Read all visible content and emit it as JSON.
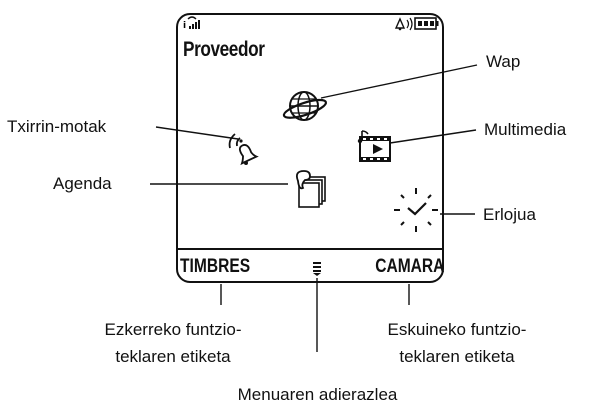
{
  "phone_screen": {
    "title": "Proveedor",
    "left_soft_key": "TIMBRES",
    "right_soft_key": "CAMARA",
    "menu_indicator_icon": "menu-indicator-icon",
    "status_icons": [
      "signal-strength-icon",
      "ringer-alert-icon",
      "battery-icon"
    ]
  },
  "callouts": {
    "wap": "Wap",
    "ring_styles": "Txirrin-motak",
    "multimedia": "Multimedia",
    "phonebook": "Agenda",
    "clock": "Erlojua",
    "left_soft_key_line1": "Ezkerreko funtzio-",
    "left_soft_key_line2": "teklaren etiketa",
    "right_soft_key_line1": "Eskuineko funtzio-",
    "right_soft_key_line2": "teklaren etiketa",
    "menu_indicator": "Menuaren adierazlea"
  },
  "icons": [
    "globe-icon",
    "ring-bell-icon",
    "multimedia-film-icon",
    "phonebook-icon",
    "clock-icon"
  ]
}
